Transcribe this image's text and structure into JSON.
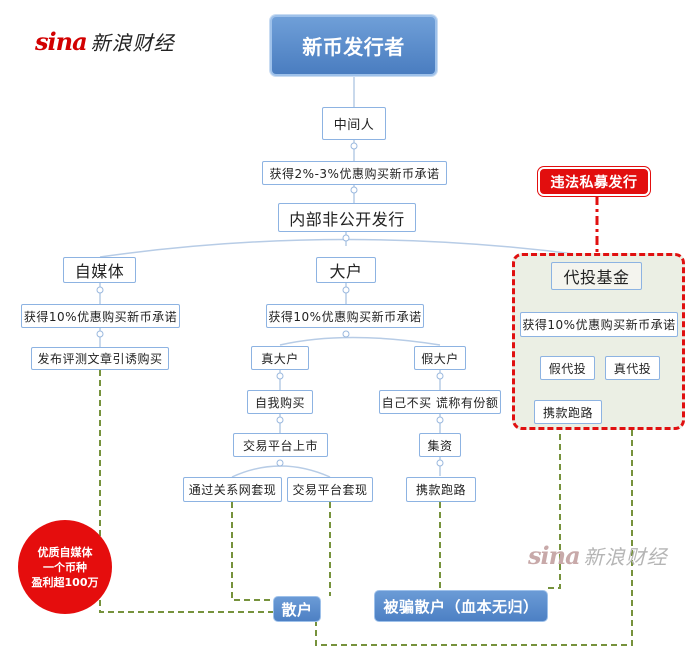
{
  "watermark": {
    "logo": "sina",
    "text": "新浪财经"
  },
  "issuer": "新币发行者",
  "middleman": "中间人",
  "middleman_deal": "获得2%-3%优惠购买新币承诺",
  "internal_issue": "内部非公开发行",
  "illegal_label": "违法私募发行",
  "branches": {
    "self_media": {
      "title": "自媒体",
      "deal": "获得10%优惠购买新币承诺",
      "action": "发布评测文章引诱购买"
    },
    "big_holder": {
      "title": "大户",
      "deal": "获得10%优惠购买新币承诺",
      "real": "真大户",
      "self_buy": "自我购买",
      "listing": "交易平台上市",
      "cash_network": "通过关系网套现",
      "cash_platform": "交易平台套现",
      "fake": "假大户",
      "fake_claim": "自己不买 谎称有份额",
      "raise": "集资",
      "run": "携款跑路"
    },
    "proxy_fund": {
      "title": "代投基金",
      "deal": "获得10%优惠购买新币承诺",
      "fake": "假代投",
      "real": "真代投",
      "run": "携款跑路"
    }
  },
  "retail": "散户",
  "deceived_retail": "被骗散户（血本无归）",
  "callout": [
    "优质自媒体",
    "一个币种",
    "盈利超100万"
  ],
  "colors": {
    "node_border": "#8db3e2",
    "connector": "#b7cce6",
    "dashed_link": "#76923c",
    "alert": "#e20e0e",
    "primary": "#4f81bd"
  }
}
